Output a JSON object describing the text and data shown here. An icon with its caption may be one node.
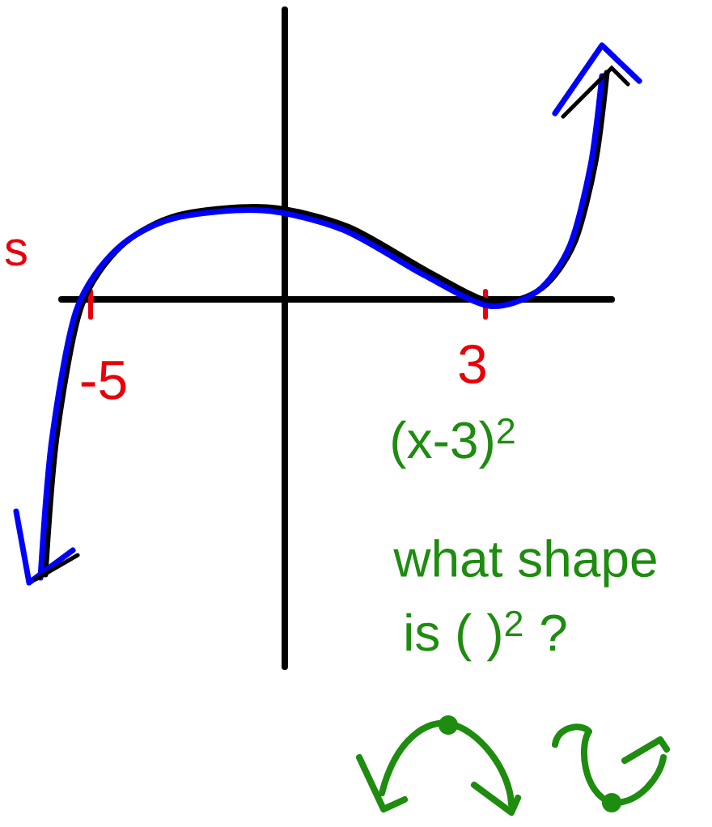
{
  "diagram": {
    "labels": [
      "s",
      "-5",
      "3",
      "(x-3)$^{2}$",
      "what shape",
      "is (   )$^{2}$ ?"
    ]
  }
}
